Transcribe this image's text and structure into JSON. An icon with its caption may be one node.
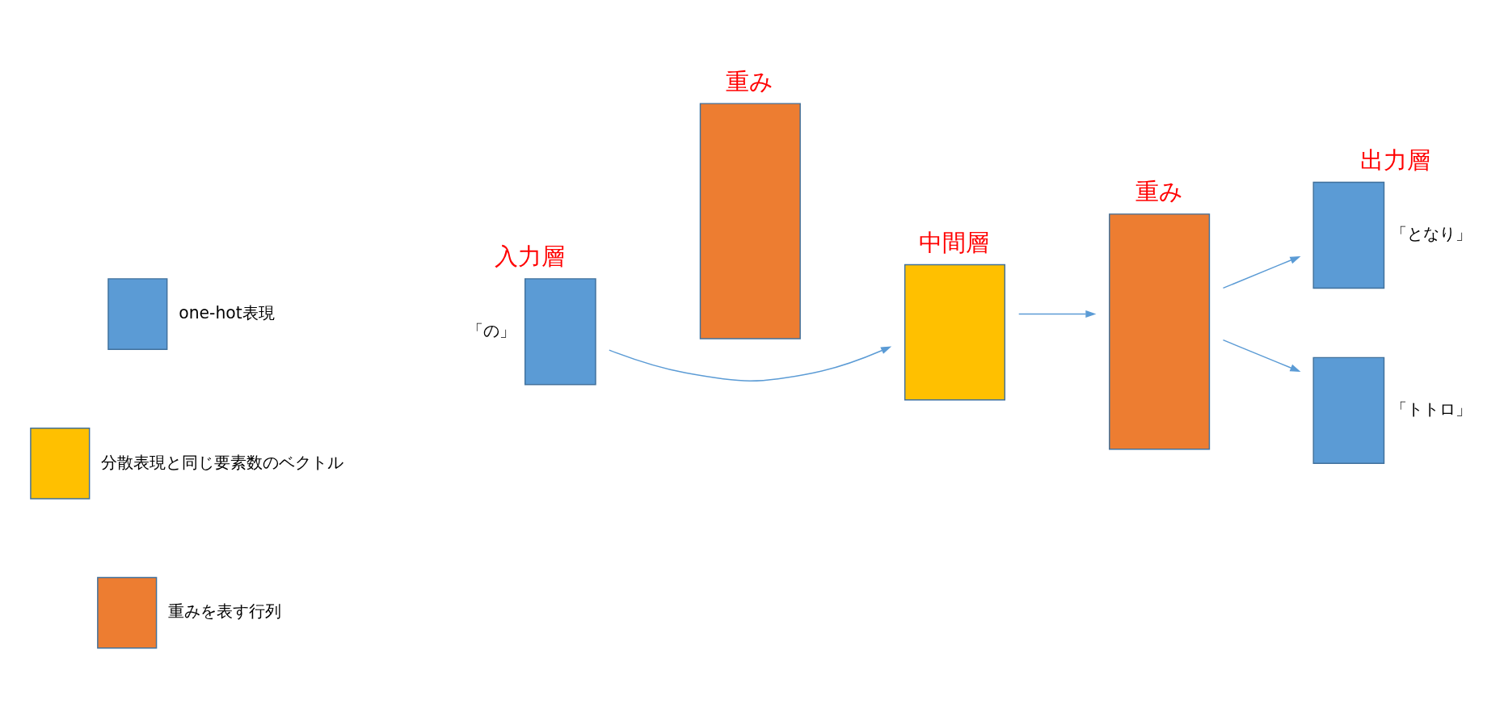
{
  "diagram": {
    "nodes": [
      {
        "text": [
          "入力層"
        ],
        "beside": [
          "「の」"
        ]
      },
      {
        "text": [
          "重み"
        ]
      },
      {
        "text": [
          "中間層"
        ]
      },
      {
        "text": [
          "重み"
        ]
      },
      {
        "text": [
          "出力層"
        ],
        "beside": [
          "「となり」"
        ]
      },
      {
        "text": [],
        "shape": "box",
        "beside": [
          "「トトロ」"
        ]
      }
    ],
    "edges": [
      {
        "from": 0,
        "to": 2,
        "arrow": "to"
      },
      {
        "from": 2,
        "to": 3,
        "arrow": "to"
      },
      {
        "from": 3,
        "to": 4,
        "arrow": "to"
      },
      {
        "from": 3,
        "to": 5,
        "arrow": "to"
      }
    ],
    "legend": [
      {
        "text": "one-hot表現",
        "color": "#5b9bd5"
      },
      {
        "text": "分散表現と同じ要素数のベクトル",
        "color": "#ffc000"
      },
      {
        "text": "重みを表す行列",
        "color": "#ed7d31"
      }
    ]
  }
}
